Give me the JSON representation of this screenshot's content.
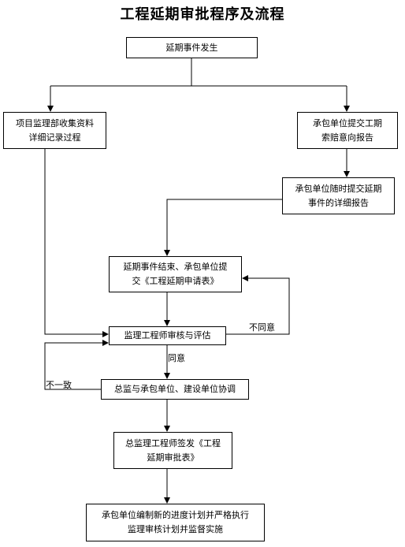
{
  "title": "工程延期审批程序及流程",
  "nodes": {
    "start": [
      "延期事件发生"
    ],
    "collect": [
      "项目监理部收集资料",
      "详细记录过程"
    ],
    "intent": [
      "承包单位提交工期",
      "索赔意向报告"
    ],
    "detail": [
      "承包单位随时提交延期",
      "事件的详细报告"
    ],
    "apply": [
      "延期事件结束、承包单位提",
      "交《工程延期申请表》"
    ],
    "review": [
      "监理工程师审核与评估"
    ],
    "coordinate": [
      "总监与承包单位、建设单位协调"
    ],
    "approve": [
      "总监理工程师签发《工程",
      "延期审批表》"
    ],
    "implement": [
      "承包单位编制新的进度计划并严格执行",
      "监理审核计划并监督实施"
    ]
  },
  "labels": {
    "disagree": "不同意",
    "agree": "同意",
    "inconsistent": "不一致"
  }
}
